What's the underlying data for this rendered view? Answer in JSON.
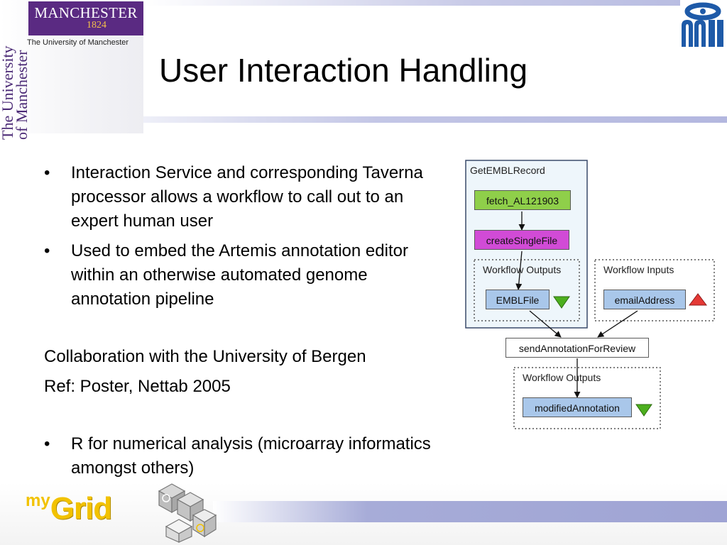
{
  "header": {
    "institution_name": "MANCHESTER",
    "institution_year": "1824",
    "institution_subtitle": "The University of Manchester",
    "vertical_wordmark_line1": "The University",
    "vertical_wordmark_line2": "of Manchester",
    "title": "User Interaction Handling",
    "logo_right_icon": "mii-logo-icon"
  },
  "content": {
    "bullets": [
      "Interaction Service and corresponding Taverna processor allows a workflow to call out to an expert human user",
      "Used to embed the Artemis annotation editor within an otherwise automated genome annotation pipeline"
    ],
    "collaboration": "Collaboration with the University of Bergen",
    "reference": "Ref: Poster, Nettab 2005",
    "bullets2": [
      "R for numerical analysis (microarray informatics amongst others)"
    ]
  },
  "diagram": {
    "outer_group_label": "GetEMBLRecord",
    "nodes": {
      "fetch": "fetch_AL121903",
      "create": "createSingleFile",
      "emblfile": "EMBLFile",
      "email": "emailAddress",
      "send": "sendAnnotationForReview",
      "modified": "modifiedAnnotation"
    },
    "groups": {
      "outputs_inner": "Workflow Outputs",
      "inputs": "Workflow Inputs",
      "outputs_bottom": "Workflow Outputs"
    },
    "colors": {
      "fetch_fill": "#8fcf4a",
      "create_fill": "#d14bd6",
      "port_fill": "#a9c7ea",
      "group_fill": "#eef6fb",
      "send_fill": "#ffffff",
      "output_marker": "#4caf1e",
      "input_marker": "#e53935"
    }
  },
  "footer": {
    "brand_my": "my",
    "brand_grid": "Grid"
  }
}
